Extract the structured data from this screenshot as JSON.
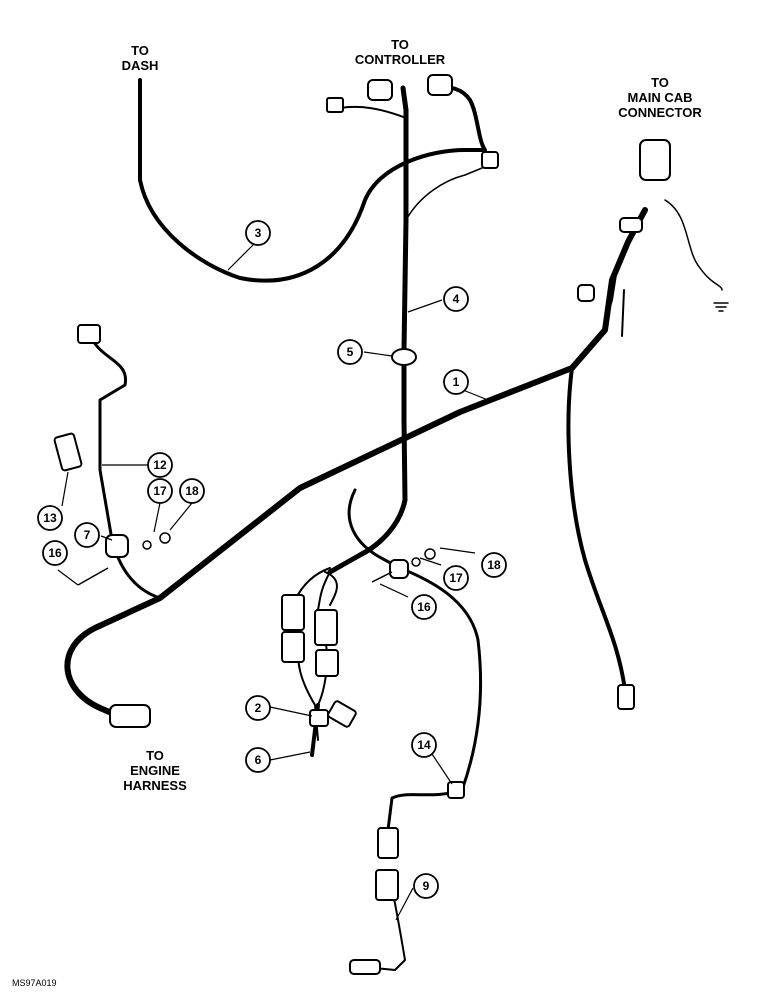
{
  "labels": {
    "dash": [
      "TO",
      "DASH"
    ],
    "controller": [
      "TO",
      "CONTROLLER"
    ],
    "main_cab": [
      "TO",
      "MAIN CAB",
      "CONNECTOR"
    ],
    "engine": [
      "TO",
      "ENGINE",
      "HARNESS"
    ]
  },
  "callouts": [
    "1",
    "2",
    "3",
    "4",
    "5",
    "6",
    "7",
    "9",
    "12",
    "13",
    "14",
    "16",
    "16",
    "17",
    "17",
    "18",
    "18"
  ],
  "figure_code": "MS97A019"
}
